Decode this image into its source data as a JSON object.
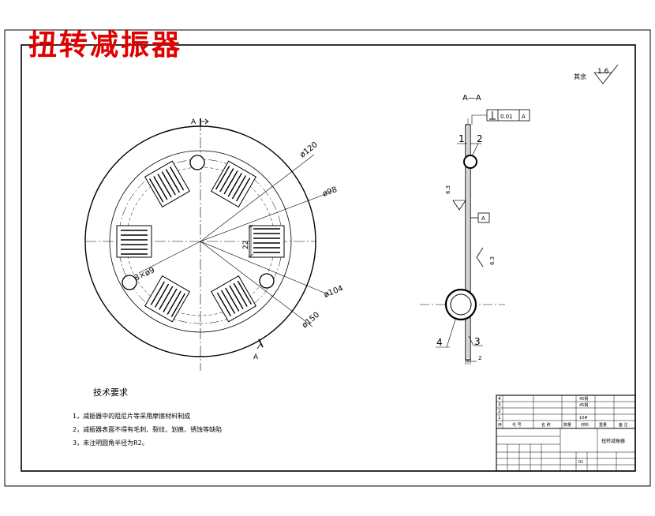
{
  "title": "扭转减振器",
  "roughness": {
    "label": "其余",
    "value": "1.6"
  },
  "front_view": {
    "section_mark": "A",
    "dims": {
      "d120": "ø120",
      "d98": "ø98",
      "holes": "3×ø9",
      "d104": "ø104",
      "d150": "ø150",
      "w22": "22"
    }
  },
  "section_view": {
    "title": "A—A",
    "tolerance_value": "0.01",
    "tolerance_datum": "A",
    "datum": "A",
    "roughness_left": "6.3",
    "roughness_right": "6.3",
    "thickness": "2",
    "balloons": [
      "1",
      "2",
      "3",
      "4"
    ]
  },
  "requirements": {
    "title": "技术要求",
    "items": [
      "1，减振器中的阻尼片等采用摩擦材料制成",
      "2，减振器表面不得有毛刺、裂纹、划痕、锈蚀等缺陷",
      "3，未注明圆角半径为R2。"
    ]
  },
  "title_block": {
    "rows": [
      [
        "4",
        "",
        "",
        "45钢"
      ],
      [
        "3",
        "",
        "",
        "45钢"
      ],
      [
        "2",
        "",
        "",
        ""
      ],
      [
        "1",
        "",
        "",
        "10#"
      ]
    ],
    "header": [
      "序",
      "代 号",
      "名 称",
      "数量",
      "材料",
      "重量",
      "备 注"
    ],
    "drawing_name": "扭转减振器",
    "scale": "01"
  }
}
